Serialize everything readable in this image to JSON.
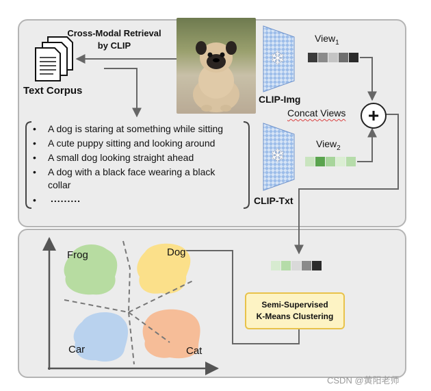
{
  "retrieval_label_line1": "Cross-Modal Retrieval",
  "retrieval_label_line2": "by CLIP",
  "text_corpus_label": "Text Corpus",
  "captions": [
    "A dog is staring at something while sitting",
    "A cute puppy sitting and looking around",
    "A small dog looking straight ahead",
    "A dog with a black face wearing a black",
    "collar",
    "........."
  ],
  "clip_img_label": "CLIP-Img",
  "clip_txt_label": "CLIP-Txt",
  "view1_label": "View",
  "view1_sub": "1",
  "view2_label": "View",
  "view2_sub": "2",
  "concat_label": "Concat Views",
  "plus_symbol": "+",
  "kmeans_line1": "Semi-Supervised",
  "kmeans_line2": "K-Means Clustering",
  "cluster_labels": {
    "frog": "Frog",
    "dog": "Dog",
    "car": "Car",
    "cat": "Cat"
  },
  "watermark": "CSDN @黄阳老师",
  "colors": {
    "view1": [
      "#3a3a3a",
      "#8a8a8a",
      "#c4c4c4",
      "#6e6e6e",
      "#2a2a2a"
    ],
    "view2": [
      "#c9e4bf",
      "#5aa44e",
      "#a7d59b",
      "#dbeed3",
      "#b6dcaa"
    ],
    "concat": [
      "#d7ebd0",
      "#b5dca9",
      "#d9d9d9",
      "#8a8a8a",
      "#2a2a2a"
    ],
    "frog": "#b7dca1",
    "dog": "#fbe08a",
    "car": "#b9d2ee",
    "cat": "#f6bd98",
    "encoder": "#8fb4e6"
  }
}
